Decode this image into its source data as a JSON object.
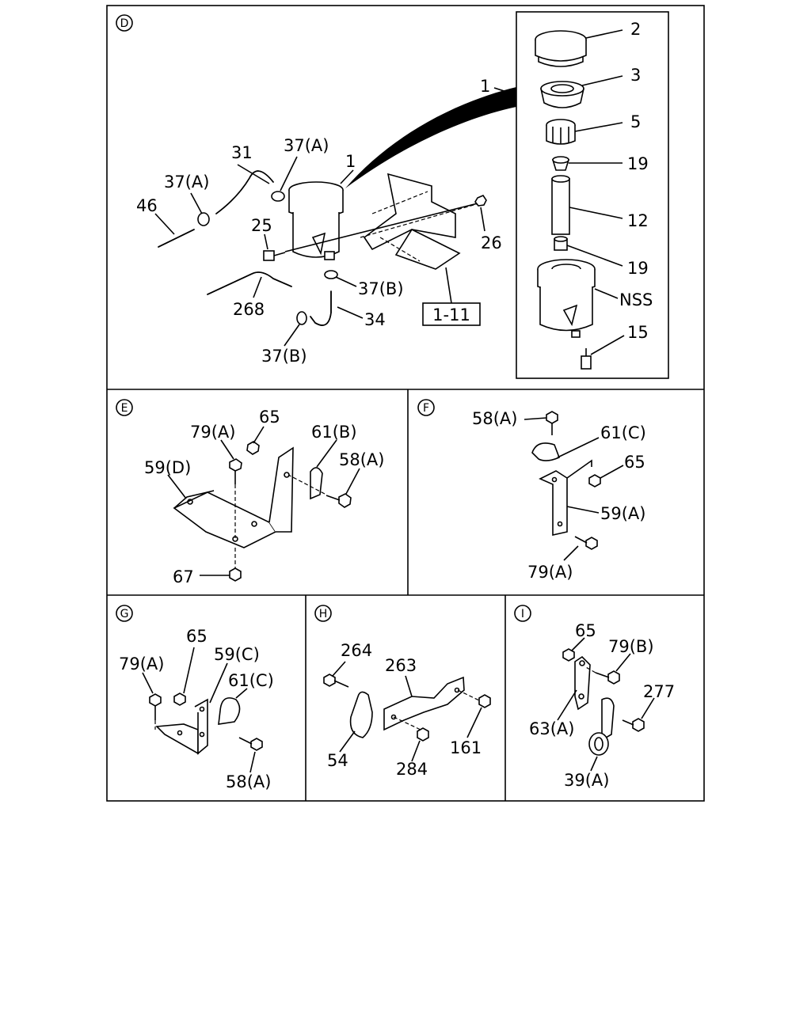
{
  "sections": {
    "D": {
      "badge": "D",
      "ref_box": "1-11",
      "labels": {
        "l31": "31",
        "l37A_top": "37(A)",
        "l1_main": "1",
        "l37A_left": "37(A)",
        "l46": "46",
        "l25": "25",
        "l26": "26",
        "l37B_right": "37(B)",
        "l268": "268",
        "l34": "34",
        "l37B_bottom": "37(B)",
        "l1_inset": "1",
        "l2": "2",
        "l3": "3",
        "l5": "5",
        "l19_top": "19",
        "l12": "12",
        "l19_bottom": "19",
        "lNSS": "NSS",
        "l15": "15"
      }
    },
    "E": {
      "badge": "E",
      "labels": {
        "l65": "65",
        "l79A": "79(A)",
        "l61B": "61(B)",
        "l58A": "58(A)",
        "l59D": "59(D)",
        "l67": "67"
      }
    },
    "F": {
      "badge": "F",
      "labels": {
        "l58A": "58(A)",
        "l61C": "61(C)",
        "l65": "65",
        "l59A": "59(A)",
        "l79A": "79(A)"
      }
    },
    "G": {
      "badge": "G",
      "labels": {
        "l65": "65",
        "l79A": "79(A)",
        "l59C": "59(C)",
        "l61C": "61(C)",
        "l58A": "58(A)"
      }
    },
    "H": {
      "badge": "H",
      "labels": {
        "l264": "264",
        "l263": "263",
        "l54": "54",
        "l284": "284",
        "l161": "161"
      }
    },
    "I": {
      "badge": "I",
      "labels": {
        "l65": "65",
        "l79B": "79(B)",
        "l277": "277",
        "l63A": "63(A)",
        "l39A": "39(A)"
      }
    }
  }
}
